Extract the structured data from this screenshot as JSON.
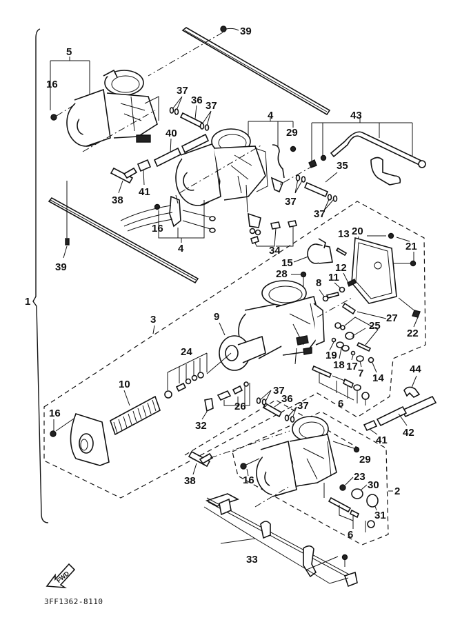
{
  "diagram": {
    "type": "exploded-parts-diagram",
    "subject": "carburetor assembly",
    "drawing_code": "3FF1362-8110",
    "direction_marker": "FWD",
    "callouts": {
      "c1": "1",
      "c2": "2",
      "c3": "3",
      "c4a": "4",
      "c4b": "4",
      "c5": "5",
      "c6a": "6",
      "c6b": "6",
      "c7": "7",
      "c8": "8",
      "c9": "9",
      "c10": "10",
      "c11": "11",
      "c12": "12",
      "c13": "13",
      "c14": "14",
      "c15": "15",
      "c16a": "16",
      "c16b": "16",
      "c16c": "16",
      "c16d": "16",
      "c17": "17",
      "c18": "18",
      "c19": "19",
      "c20": "20",
      "c21": "21",
      "c22": "22",
      "c23": "23",
      "c24": "24",
      "c25": "25",
      "c26": "26",
      "c27": "27",
      "c28": "28",
      "c29a": "29",
      "c29b": "29",
      "c30": "30",
      "c31": "31",
      "c32": "32",
      "c33": "33",
      "c34": "34",
      "c35": "35",
      "c36a": "36",
      "c36b": "36",
      "c37a": "37",
      "c37b": "37",
      "c37c": "37",
      "c37d": "37",
      "c37e": "37",
      "c37f": "37",
      "c38a": "38",
      "c38b": "38",
      "c39a": "39",
      "c39b": "39",
      "c40": "40",
      "c41a": "41",
      "c41b": "41",
      "c42": "42",
      "c43": "43",
      "c44": "44"
    }
  }
}
